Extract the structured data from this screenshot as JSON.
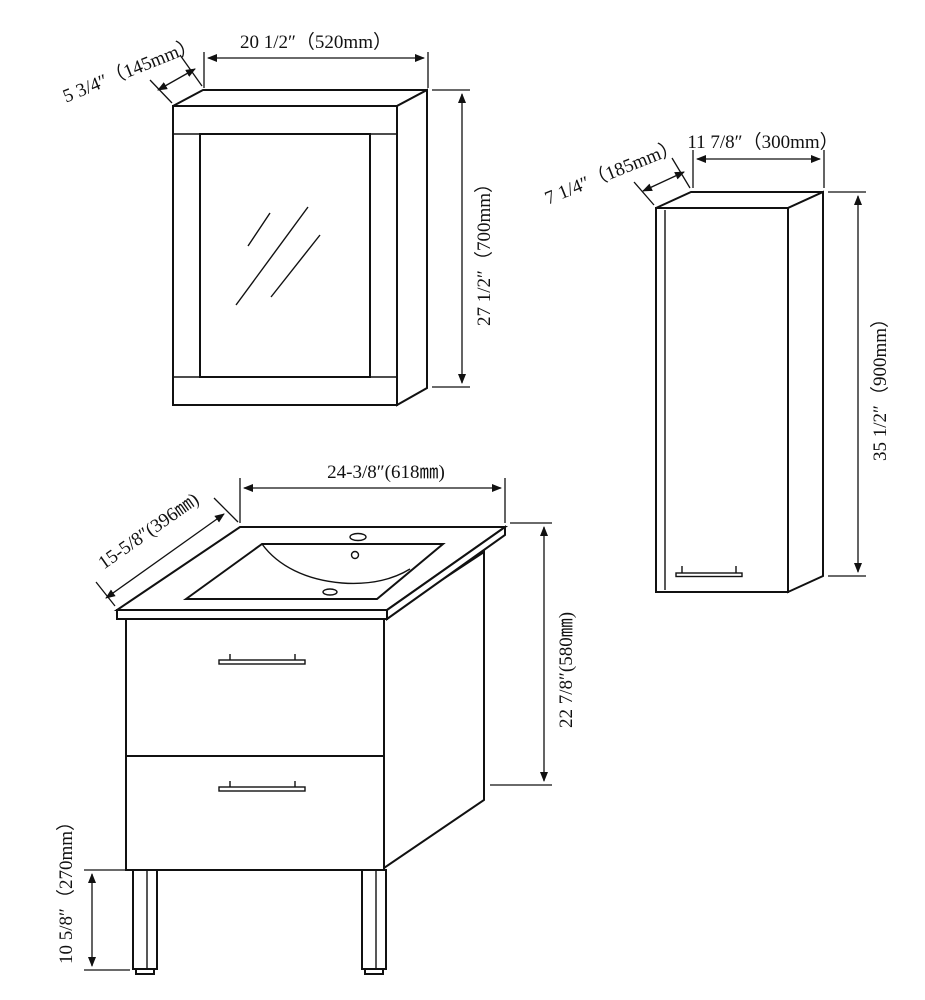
{
  "diagram": {
    "mirror_cabinet": {
      "width": "20 1/2″（520mm）",
      "depth": "5 3/4″（145mm）",
      "height": "27 1/2″（700mm）"
    },
    "wall_cabinet": {
      "width": "11 7/8″（300mm）",
      "depth": "7 1/4″（185mm）",
      "height": "35 1/2″（900mm）"
    },
    "vanity": {
      "width": "24-3/8″(618㎜)",
      "depth": "15-5/8″(396㎜)",
      "height": "22 7/8″(580㎜)",
      "leg_height": "10 5/8″（270mm）"
    }
  }
}
